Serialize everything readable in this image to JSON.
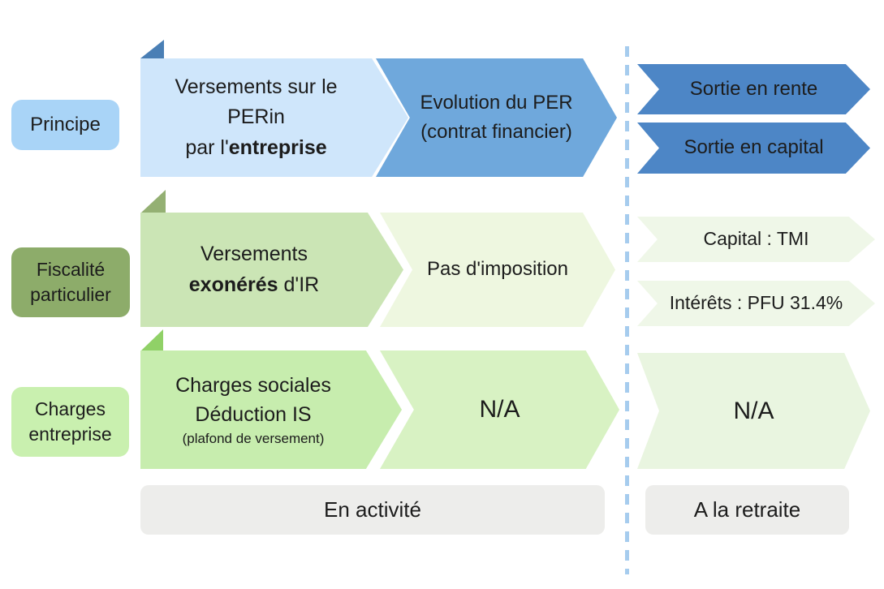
{
  "row1": {
    "label": "Principe",
    "step1": {
      "line1": "Versements sur le",
      "line2": "PERin",
      "line3_prefix": "par l'",
      "line3_bold": "entreprise"
    },
    "step2": {
      "line1": "Evolution du PER",
      "line2": "(contrat financier)"
    },
    "out1": "Sortie en rente",
    "out2": "Sortie en capital"
  },
  "row2": {
    "label_line1": "Fiscalité",
    "label_line2": "particulier",
    "step1": {
      "line1": "Versements",
      "line2_bold": "exonérés",
      "line2_suffix": " d'IR"
    },
    "step2": "Pas d'imposition",
    "out1": "Capital : TMI",
    "out2": "Intérêts : PFU 31.4%"
  },
  "row3": {
    "label_line1": "Charges",
    "label_line2": "entreprise",
    "step1": {
      "line1": "Charges sociales",
      "line2": "Déduction IS",
      "line3": "(plafond de versement)"
    },
    "step2": "N/A",
    "out": "N/A"
  },
  "footer": {
    "left": "En activité",
    "right": "A la retraite"
  },
  "colors": {
    "light_blue_arrow": "#cfe6fb",
    "medium_blue_arrow": "#6fa8dc",
    "dark_blue_arrow": "#4d86c6",
    "principe_label": "#a9d4f7",
    "fiscalite_label": "#8dac6a",
    "charges_label": "#c9f0af",
    "green_arrow": "#cbe5b5",
    "bright_green_arrow": "#c7edae",
    "pale_green_arrow": "#eef7e0",
    "footer_bar": "#ededeb",
    "divider": "#a6ccee",
    "text": "#1c1c1c"
  }
}
